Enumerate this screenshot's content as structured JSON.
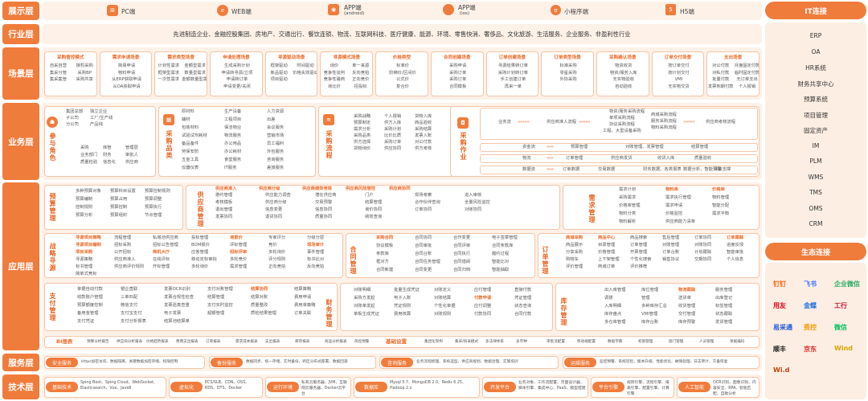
{
  "layers": [
    "展示层",
    "行业层",
    "场景层",
    "业务层",
    "应用层",
    "服务层",
    "技术层"
  ],
  "display": [
    "PC端",
    "WEB端",
    "APP端",
    "(android)",
    "APP端",
    "(ios)",
    "小程序端",
    "H5端"
  ],
  "industry": "先进制造企业、金融控股集团、房地产、交通出行、餐饮连锁、物流、互联网科技、医疗健康、能源、环境、零售快消、奢侈品、文化旅游、生活服务、企业服务、非盈利性行业",
  "scenes": [
    {
      "title": "采购管控模式",
      "items": [
        "自采自营",
        "授权采购",
        "集采分管",
        "采购BP",
        "集采集管",
        "采购共享"
      ]
    },
    {
      "title": "需求申请场景",
      "items": [
        "简易申请",
        "物料申请",
        "从ERP获取申请",
        "从OA获取申请"
      ]
    },
    {
      "title": "需求类型场景",
      "items": [
        "计划性需求",
        "金额型需求",
        "框架型需求",
        "数量型需求",
        "一次性需求",
        "金额数量型需求"
      ]
    },
    {
      "title": "申请处理场景",
      "items": [
        "生成采购计划",
        "申请转寻源/立项",
        "申请转订单",
        "申请变更/关闭"
      ]
    },
    {
      "title": "寻源驱动场景",
      "items": [
        "框架驱动",
        "时间驱动",
        "新品驱动",
        "价格失效驱动",
        "项目驱动"
      ]
    },
    {
      "title": "寻源模式场景",
      "items": [
        "询价",
        "单一来源",
        "竞争性谈判",
        "反向竞拍",
        "竞争性磋商",
        "正向竞价",
        "询比价",
        "招投标"
      ]
    },
    {
      "title": "价格类型",
      "items": [
        "标准价",
        "阶梯价/区间价",
        "公式价",
        "复合价"
      ]
    },
    {
      "title": "合同创建场景",
      "items": [
        "采购申请",
        "采购订单",
        "采购订单",
        "合同模板"
      ]
    },
    {
      "title": "订单创建场景",
      "items": [
        "寻源结果转订单",
        "采购计划转订单",
        "手工创建订单",
        "再来一单"
      ]
    },
    {
      "title": "订单类型场景",
      "items": [
        "标准采购",
        "零星采购",
        "外协采购"
      ]
    },
    {
      "title": "采购确认场景",
      "items": [
        "物资收货",
        "物资/服务入库",
        "无实物验收",
        "自动验收"
      ]
    },
    {
      "title": "订单交付场景",
      "items": [
        "按订单交付",
        "按计划交付",
        "VMI",
        "无实物交货"
      ]
    },
    {
      "title": "支出场景",
      "items": [
        "对公付款",
        "月度固定付款",
        "对私付款",
        "临时固定付款",
        "批量付款",
        "无订单支出",
        "发票到期付款",
        "个人报销"
      ]
    }
  ],
  "business": {
    "roles": {
      "label": "参与角色",
      "items": [
        "集团总部",
        "独立企业",
        "子公司",
        "工厂/生产线",
        "分公司",
        "产品线",
        "采购",
        "库管",
        "管理层",
        "业务部门",
        "财务",
        "审批人",
        "质量检验",
        "信息化",
        "供应商"
      ]
    },
    "category": {
      "label": "采购品类",
      "items": [
        "原材料",
        "生产设备",
        "人力资源",
        "辅材",
        "工程项目",
        "出差",
        "包装材料",
        "保洁物业",
        "会议服务",
        "试验试剂耗材",
        "物流服务",
        "营销市场",
        "备品备件",
        "办公用品",
        "员工福利",
        "劳保安防",
        "办公耗材",
        "外包服务",
        "五金工具",
        "食堂服务",
        "咨询服务",
        "仪器仪表",
        "IT服务",
        "差旅服务"
      ]
    },
    "sourcing": {
      "label": "采购流程",
      "items": [
        "采购战略",
        "个人报销",
        "货物入库",
        "预算制定",
        "供方入库",
        "商品验收",
        "需求分析",
        "采购计划",
        "采购结算",
        "采购品类",
        "比价比质",
        "发票入账",
        "供方选择",
        "采购订单",
        "对公付款",
        "货物询价",
        "供应协同",
        "供方考核"
      ]
    },
    "ops": {
      "label": "采购作业",
      "flows": [
        "业务流",
        "供应商准入流程",
        "物资/服务采购流程",
        "供应商考核流程",
        "单项采购流程",
        "商城采购流程",
        "服务采购流程",
        "物料采购流程",
        "协议采购流程",
        "工程、大型设备采购"
      ],
      "lanes": [
        "资金流",
        "物流",
        "数据流"
      ],
      "lane_steps": [
        "预算管理",
        "对账管理、发票管理",
        "结算管理",
        "订单管理",
        "供应商发货",
        "收货入库",
        "质量验收",
        "订单数据",
        "交易数据",
        "财务数据、各类报表",
        "数据分析、智能预警",
        "决策支撑"
      ]
    }
  },
  "apps": {
    "budget": {
      "label": "预算管理",
      "items": [
        "多种预算对象",
        "预算科目设置",
        "预算控制规则",
        "预算编制",
        "预算占用",
        "预算调整",
        "控制规则",
        "预算控制",
        "预算执行",
        "预算分析",
        "预算组织",
        "节点管理"
      ]
    },
    "supplier": {
      "label": "供应商管理",
      "subs": [
        "供应商准入",
        "供应商分级",
        "供应商绩效考核",
        "供应商风险管控",
        "供应商协同"
      ],
      "items": [
        "邀约管理",
        "供应能力调查",
        "潜在供应商",
        "门户",
        "现场考察",
        "进入审核",
        "考核模板",
        "供应商分级",
        "交易预警",
        "结算管理",
        "合作伙伴查询",
        "全量风险监控",
        "退出管理",
        "信息变更",
        "信息协同",
        "询价协同",
        "订单协同",
        "对账协同",
        "发票协同",
        "退货协同",
        "质量协同",
        "绩效查询"
      ]
    },
    "demand": {
      "label": "需求管理",
      "items": [
        "需求计划",
        "物料库",
        "价格库",
        "采购需求",
        "需求执行管理",
        "物料管理",
        "价格库管理",
        "需求申请",
        "智能分配",
        "物料分类",
        "价格监控",
        "需求平衡",
        "物料解析",
        "供应商能力清单"
      ]
    },
    "strategy": {
      "label": "战略寻源",
      "items": [
        "寻源项目策略",
        "流程管理",
        "私域池供应商",
        "投标管理",
        "询报价",
        "专家评分",
        "分级分层",
        "寻源项目编制",
        "招标采购",
        "招标公告管理",
        "BOM报价",
        "评标管理",
        "竞价",
        "现场审计",
        "项目采购",
        "公开招标",
        "商机大厅",
        "应答管理",
        "招标评审",
        "多轮询价",
        "事件管理",
        "寻源策略",
        "供应商准入",
        "在线评标",
        "移动定标审批",
        "多轮竞价",
        "评分规则",
        "标书比对",
        "标书管理",
        "供应商评价规则",
        "开标管理",
        "多轮询价",
        "需求管理",
        "正向竞拍",
        "反向竞拍",
        "简单式竞标"
      ]
    },
    "contract": {
      "label": "合同管理",
      "items": [
        "采购合同",
        "合同协同",
        "合作变更",
        "电子签章管理",
        "协议模板",
        "合同审批",
        "合同评审",
        "合同条款库",
        "条款库",
        "合同台账",
        "合同执行",
        "履约过程",
        "框对方",
        "合同任务管理",
        "合同借阅",
        "智能比对",
        "合同新建",
        "合同变更",
        "合同归档",
        "智能抽取"
      ]
    },
    "order": {
      "label": "订单管理",
      "items": [
        "商城采购",
        "商品中心",
        "商品搜索",
        "售后管理",
        "订单协同",
        "订单跟踪",
        "商品展示",
        "目录管理",
        "订单管理",
        "对账管理",
        "对账协同",
        "进度反馈",
        "分享采购",
        "价格管理",
        "开票管理",
        "订单台账",
        "计划跟踪",
        "智能审批",
        "购物车",
        "上下架管理",
        "个性化搜索",
        "销售协议",
        "交期协同",
        "个人信息",
        "评价管理",
        "商城订单",
        "评价推荐"
      ]
    },
    "pay": {
      "label": "支付管理",
      "items": [
        "单据自动付款",
        "银企直联",
        "发票OCR识别",
        "支付对账管理",
        "结算协同",
        "结算策略",
        "收款账户管理",
        "三单匹配",
        "发票合规性检查",
        "结算管理",
        "结算对账",
        "费用申请",
        "预算额度控制",
        "微信支付",
        "发票验真查重",
        "支付实时监控",
        "质量整改",
        "费用单策略",
        "备用金管理",
        "支付宝支付",
        "电子发票",
        "超额管理",
        "质检结果管理",
        "订单关联",
        "支付凭证",
        "支付分析报表",
        "结算池结算单"
      ]
    },
    "finance": {
      "label": "财务管理",
      "items": [
        "对账明细",
        "批量生成凭证",
        "对账定义",
        "应付管理",
        "直接付款",
        "采购方发起",
        "电子入账",
        "对账结算",
        "付款申请",
        "凭证管理",
        "对账单发起",
        "凭证规则",
        "个性化单据",
        "应付调整",
        "状态查询",
        "单板生成凭证",
        "费用核算",
        "对账规则",
        "付款协同",
        "合同付款"
      ]
    },
    "inventory": {
      "label": "库存管理",
      "items": [
        "出入库管理",
        "库位管理",
        "物流跟踪",
        "服务管理",
        "调拨",
        "管理",
        "送货单",
        "出库登记",
        "入库明细",
        "多种库存汇总",
        "收货管理",
        "标签管理",
        "库存盘点",
        "VMI管理",
        "交付管理",
        "状态跟踪",
        "多仓库管理",
        "库存台账",
        "库存预警",
        "发货管理"
      ]
    },
    "bi": {
      "label": "BI报表",
      "items": [
        "预算分析报告",
        "供应商分析报表",
        "价格趋势报表",
        "费用支出报表",
        "订单报表",
        "需求成本报表",
        "支出报表",
        "库存报表",
        "商品分析报表",
        "风控预警"
      ]
    },
    "base": {
      "label": "基础设置",
      "items": [
        "集团化架构",
        "集采/统采模式",
        "多法律体系",
        "多币种",
        "审批流配置",
        "移动端配置",
        "数据字典",
        "权限管理",
        "部门管理",
        "人员管理",
        "单据编码"
      ]
    }
  },
  "services": [
    {
      "label": "安全服务",
      "desc": "Https加密访问、数据隔离、关键数据加密存储、权限控制"
    },
    {
      "label": "备份服务",
      "desc": "数据同步、统一存储、实时备份、跨区分布式部署、数据回滚"
    },
    {
      "label": "咨询服务",
      "desc": "业务流程梳理、系统选型、供应商规划、数据治理、实施培训"
    },
    {
      "label": "运维服务",
      "desc": "监控预警、系统巡检、版本升级、性能优化、故障处理、日志审计、灾备恢复"
    }
  ],
  "tech": [
    {
      "label": "基础技术",
      "desc": "Sping Boot、Sping Cloud、WebSocket、Elasticsearch、Vue、Jave8"
    },
    {
      "label": "虚拟化",
      "desc": "ECS/SLB、CDN、OSS、RDS、DTS、Docker"
    },
    {
      "label": "运行环境",
      "desc": "私有云服务器、JVM、互联网云服务器、Docker云平台"
    },
    {
      "label": "数据库",
      "desc": "Mysql 5.7、MongoDB 2.0、Redis 6.25、Hadoop 2.x"
    },
    {
      "label": "开发平台",
      "desc": "业务对象、工作流配置、页面设计器、脚本引擎、集成中心、PaaS、模型搭建"
    },
    {
      "label": "平台引擎",
      "desc": "规则引擎、流程引擎、报表引擎、配置引擎、计算引擎"
    },
    {
      "label": "人工智能",
      "desc": "OCR识别、图像识别、内容安全、RPA、智能匹配、自助分析"
    }
  ],
  "it": {
    "title": "IT连接",
    "items": [
      "ERP",
      "OA",
      "HR系统",
      "财务共享中心",
      "预算系统",
      "项目管理",
      "固定资产",
      "IM",
      "PLM",
      "WMS",
      "TMS",
      "OMS",
      "CRM"
    ]
  },
  "eco": {
    "title": "生态连接",
    "logos": [
      "钉钉",
      "飞书",
      "企业微信",
      "用友",
      "金蝶",
      "工行",
      "易采通",
      "费控",
      "微信",
      "顺丰",
      "京东",
      "Wind",
      "Wi.d"
    ]
  }
}
